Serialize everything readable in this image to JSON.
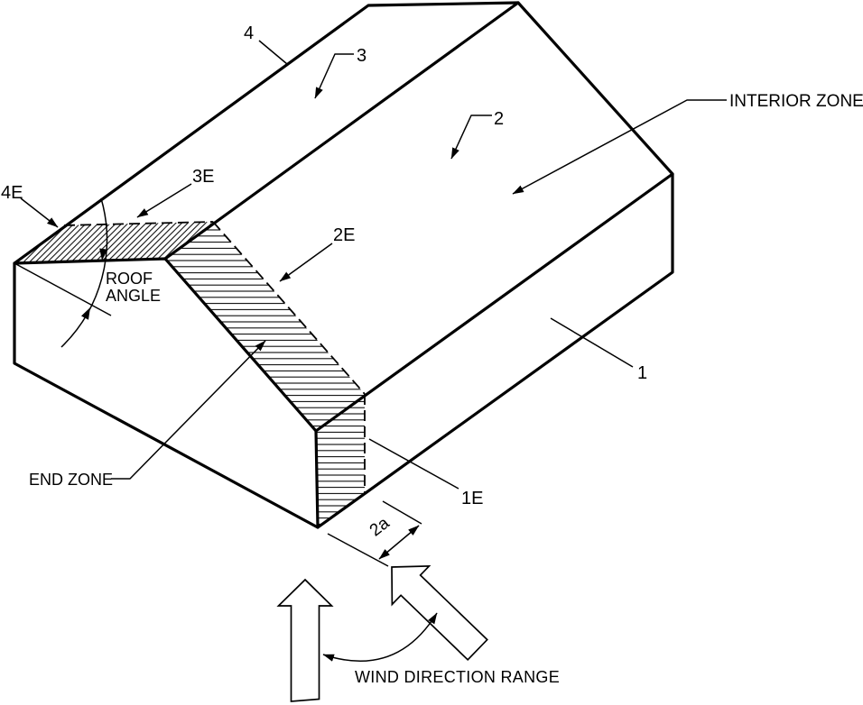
{
  "figure": {
    "background": "#ffffff",
    "line_color": "#000000"
  },
  "zone_labels": {
    "wall_front": "1",
    "roof_front": "2",
    "roof_back": "3",
    "wall_back": "4",
    "wall_front_end": "1E",
    "roof_front_end": "2E",
    "roof_back_end": "3E",
    "wall_back_end": "4E"
  },
  "annotations": {
    "interior_zone": "INTERIOR ZONE",
    "end_zone": "END ZONE",
    "roof_angle_line1": "ROOF",
    "roof_angle_line2": "ANGLE",
    "end_zone_width": "2a",
    "wind_direction_range": "WIND DIRECTION RANGE"
  }
}
